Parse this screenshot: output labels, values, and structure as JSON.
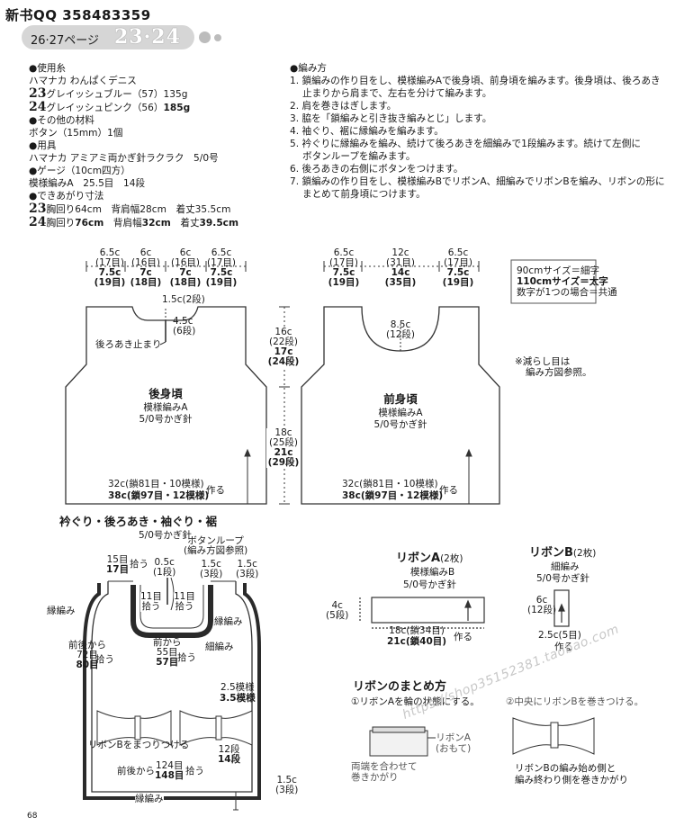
{
  "header": {
    "qq": "新书QQ 358483359",
    "page_ref": "26·27ページ",
    "page_numbers": "23·24"
  },
  "materials": {
    "yarn_heading": "●使用糸",
    "yarn_name": "ハマナカ わんぱくデニス",
    "yarn_23_num": "23",
    "yarn_23": "グレイッシュブルー（57）135g",
    "yarn_24_num": "24",
    "yarn_24_a": "グレイッシュピンク（56）",
    "yarn_24_b": "185g",
    "other_heading": "●その他の材料",
    "other": "ボタン（15mm）1個",
    "tools_heading": "●用具",
    "tools": "ハマナカ アミアミ両かぎ針ラクラク　5/0号",
    "gauge_heading": "●ゲージ（10cm四方）",
    "gauge": "模様編みA　25.5目　14段",
    "size_heading": "●できあがり寸法",
    "size_23_num": "23",
    "size_23": "胸回り64cm　背肩幅28cm　着丈35.5cm",
    "size_24_num": "24",
    "size_24_a": "胸回り",
    "size_24_b": "76cm",
    "size_24_c": "　背肩幅",
    "size_24_d": "32cm",
    "size_24_e": "　着丈",
    "size_24_f": "39.5cm"
  },
  "method": {
    "heading": "●編み方",
    "steps": [
      "1. 鎖編みの作り目をし、模様編みAで後身頃、前身頃を編みます。後身頃は、後ろあき",
      "止まりから肩まで、左右を分けて編みます。",
      "2. 肩を巻きはぎします。",
      "3. 脇を「鎖編みと引き抜き編みとじ」します。",
      "4. 袖ぐり、裾に縁編みを編みます。",
      "5. 衿ぐりに縁編みを編み、続けて後ろあきを細編みで1段編みます。続けて左側に",
      "ボタンループを編みます。",
      "6. 後ろあきの右側にボタンをつけます。",
      "7. 鎖編みの作り目をし、模様編みBでリボンA、細編みでリボンBを編み、リボンの形に",
      "まとめて前身頃につけます。"
    ]
  },
  "back": {
    "dims": [
      {
        "a": "6.5c",
        "b": "(17目)",
        "c": "7.5c",
        "d": "(19目)"
      },
      {
        "a": "6c",
        "b": "(16目)",
        "c": "7c",
        "d": "(18目)"
      },
      {
        "a": "6c",
        "b": "(16目)",
        "c": "7c",
        "d": "(18目)"
      },
      {
        "a": "6.5c",
        "b": "(17目)",
        "c": "7.5c",
        "d": "(19目)"
      }
    ],
    "neck": "1.5c(2段)",
    "opening_a": "4.5c",
    "opening_b": "(6段)",
    "opening_stop": "後ろあき止まり",
    "title": "後身頃",
    "pattern": "模様編みA",
    "hook": "5/0号かぎ針",
    "bottom_a": "32c(鎖81目・10模様)",
    "bottom_b": "38c(鎖97目・12模様)",
    "make": "作る"
  },
  "mid": {
    "upper_a": "16c",
    "upper_b": "(22段)",
    "upper_c": "17c",
    "upper_d": "(24段)",
    "lower_a": "18c",
    "lower_b": "(25段)",
    "lower_c": "21c",
    "lower_d": "(29段)"
  },
  "front": {
    "dims": [
      {
        "a": "6.5c",
        "b": "(17目)",
        "c": "7.5c",
        "d": "(19目)"
      },
      {
        "a": "12c",
        "b": "(31目)",
        "c": "14c",
        "d": "(35目)"
      },
      {
        "a": "6.5c",
        "b": "(17目)",
        "c": "7.5c",
        "d": "(19目)"
      }
    ],
    "neck_a": "8.5c",
    "neck_b": "(12段)",
    "title": "前身頃",
    "pattern": "模様編みA",
    "hook": "5/0号かぎ針",
    "bottom_a": "32c(鎖81目・10模様)",
    "bottom_b": "38c(鎖97目・12模様)",
    "make": "作る"
  },
  "legend": {
    "line1": "90cmサイズ＝細字",
    "line2": "110cmサイズ＝太字",
    "line3": "数字が1つの場合＝共通"
  },
  "note": {
    "line1": "※減らし目は",
    "line2": "編み方図参照。"
  },
  "edging": {
    "title": "衿ぐり・後ろあき・袖ぐり・裾",
    "hook": "5/0号かぎ針",
    "loop_a": "ボタンループ",
    "loop_b": "(編み方図参照)",
    "l15a": "15目",
    "l15b": "17目",
    "pick": "拾う",
    "c05a": "0.5c",
    "c05b": "(1段)",
    "c15a": "1.5c",
    "c15b": "(3段)",
    "c15c": "1.5c",
    "c15d": "(3段)",
    "edge_left": "縁編み",
    "edge_mid": "縁編み",
    "edge_bottom": "縁編み",
    "s11a": "11目",
    "s11b": "拾う",
    "s11c": "11目",
    "s11d": "拾う",
    "front_a": "前から",
    "front_b": "55目",
    "front_c": "57目",
    "front_d": "拾う",
    "sc": "細編み",
    "ff_a": "前後から",
    "ff_b": "72目",
    "ff_c": "80目",
    "ff_d": "拾う",
    "rep_a": "2.5模様",
    "rep_b": "3.5模様",
    "attach": "リボンBをまつりつける",
    "r12a": "12段",
    "r12b": "14段",
    "bot_a": "前後から",
    "bot_b": "124目",
    "bot_c": "148目",
    "bot_d": "拾う",
    "bc_a": "1.5c",
    "bc_b": "(3段)"
  },
  "ribbonA": {
    "title": "リボンA",
    "count": "(2枚)",
    "pattern": "模様編みB",
    "hook": "5/0号かぎ針",
    "h_a": "4c",
    "h_b": "(5段)",
    "w_a": "18c(鎖34目)",
    "w_b": "21c(鎖40目)",
    "make": "作る"
  },
  "ribbonB": {
    "title": "リボンB",
    "count": "(2枚)",
    "pattern": "細編み",
    "hook": "5/0号かぎ針",
    "h_a": "6c",
    "h_b": "(12段)",
    "w_a": "2.5c(5目)",
    "make": "作る"
  },
  "assembly": {
    "title": "リボンのまとめ方",
    "step1": "①リボンAを輪の状態にする。",
    "step2": "②中央にリボンBを巻きつける。",
    "label_a": "リボンA",
    "label_b": "(おもて)",
    "join_a": "両端を合わせて",
    "join_b": "巻きかがり",
    "wrap_a": "リボンBの編み始め側と",
    "wrap_b": "編み終わり側を巻きかがり"
  },
  "footer": {
    "page": "68",
    "watermark": "https://shop35152381.taobao.com"
  }
}
